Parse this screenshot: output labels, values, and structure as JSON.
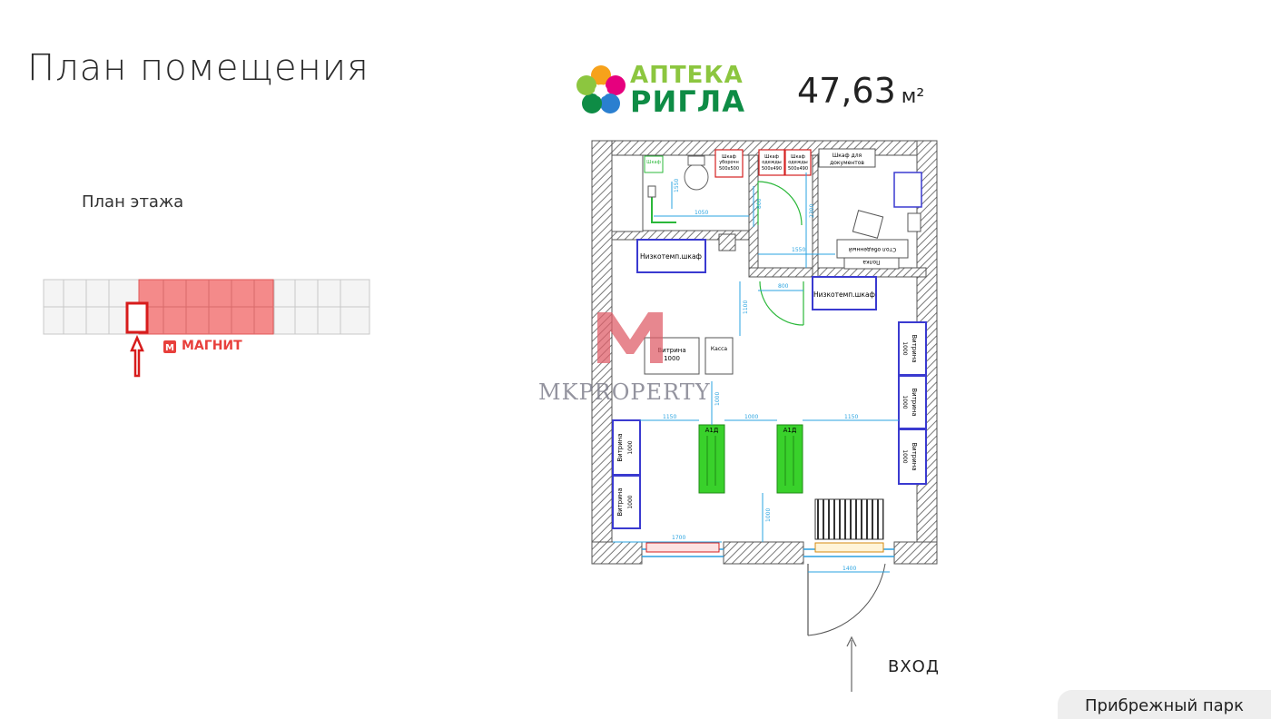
{
  "title": "План помещения",
  "floor_plan_label": "План этажа",
  "area": {
    "value": "47,63",
    "unit": "м²"
  },
  "logo": {
    "line1": "АПТЕКА",
    "line2": "РИГЛА"
  },
  "entrance_label": "ВХОД",
  "location_label": "Прибрежный парк",
  "watermark": "MKPROPERTY",
  "floor_map": {
    "tenant_label": "МАГНИТ"
  },
  "plan_labels": {
    "cabinet_small": "Шкаф",
    "cabinet_cleaning_l1": "Шкаф",
    "cabinet_cleaning_l2": "уборочн",
    "cabinet_cleaning_size": "500х500",
    "cabinet_clothes1_l1": "Шкаф",
    "cabinet_clothes1_l2": "одежды",
    "cabinet_clothes1_size": "500х490",
    "cabinet_clothes2_l1": "Шкаф",
    "cabinet_clothes2_l2": "одежды",
    "cabinet_clothes2_size": "500х490",
    "cabinet_docs_l1": "Шкаф для",
    "cabinet_docs_l2": "документов",
    "desk": "Стол обеденный",
    "shelf": "Полка",
    "fridge_left": "Низкотемп.шкаф",
    "fridge_center": "Низкотемп.шкаф",
    "showcase_center": "Витрина",
    "showcase_center_size": "1000",
    "cashier": "Касса",
    "showcase_left1": "Витрина",
    "showcase_left1_size": "1000",
    "showcase_left2": "Витрина",
    "showcase_left2_size": "1000",
    "showcase_right1": "Витрина",
    "showcase_right1_size": "1000",
    "showcase_right2": "Витрина",
    "showcase_right2_size": "1000",
    "showcase_right3": "Витрина",
    "showcase_right3_size": "1000",
    "island1": "А1Д",
    "island2": "А1Д",
    "dim_1550": "1550",
    "dim_1050": "1050",
    "dim_800a": "800",
    "dim_2300": "2300",
    "dim_1550b": "1550",
    "dim_800b": "800",
    "dim_1100": "1100",
    "dim_1150a": "1150",
    "dim_1000": "1000",
    "dim_1150b": "1150",
    "dim_1000b": "1000",
    "dim_1000c": "1000",
    "dim_1700": "1700",
    "dim_1400": "1400"
  },
  "colors": {
    "wall_hatch": "#888888",
    "furniture": "#3a3ad0",
    "dimension": "#29a3e0",
    "island": "#39d12b",
    "cabinet_red": "#d42020",
    "floor_highlight": "#f17b7b",
    "logo_green": "#0e8c45"
  }
}
